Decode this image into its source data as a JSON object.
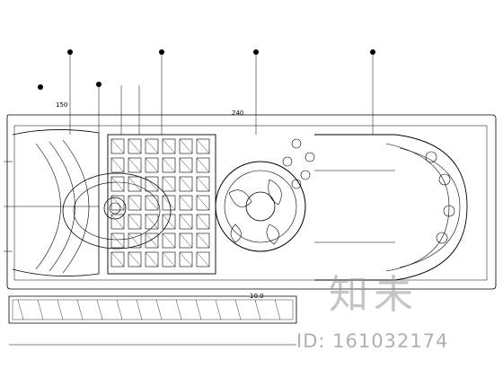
{
  "drawing": {
    "title": "",
    "annotations": {
      "label_150": "150",
      "label_240": "240",
      "label_10_0": "10.0"
    }
  },
  "watermark": {
    "logo": "知未",
    "id_text": "ID: 161032174"
  }
}
